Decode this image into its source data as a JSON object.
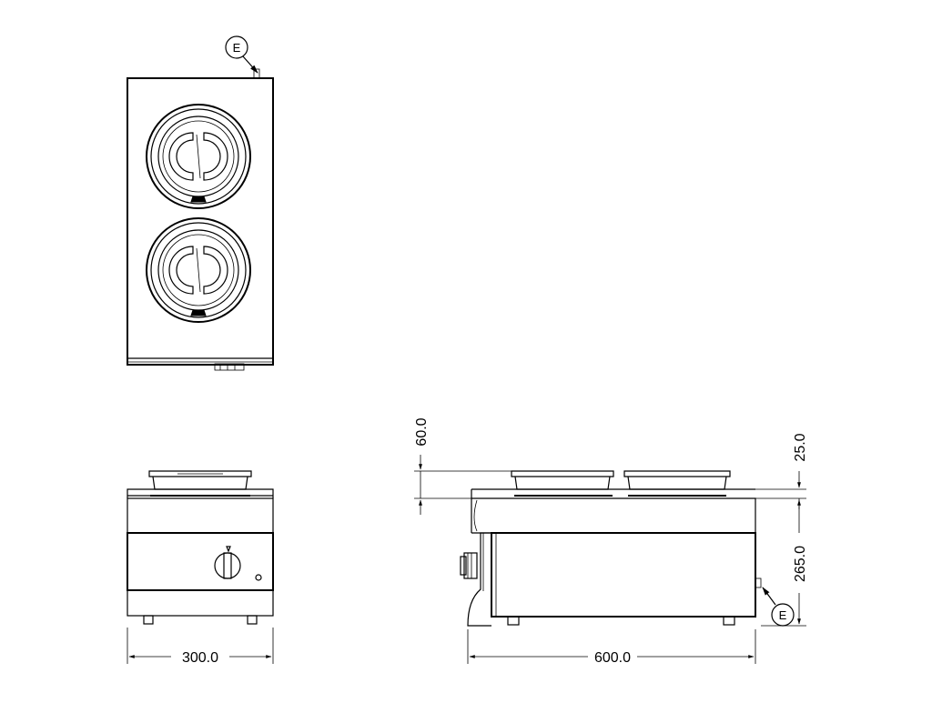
{
  "dimensions": {
    "front_width": "300.0",
    "side_width": "600.0",
    "top_height": "60.0",
    "lid_height": "25.0",
    "body_height": "265.0"
  },
  "callouts": {
    "top_connection": "E",
    "side_connection": "E"
  }
}
